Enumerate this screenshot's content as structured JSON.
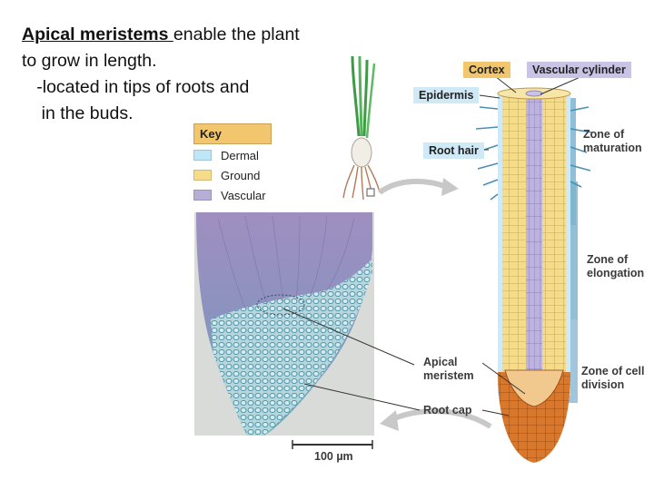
{
  "slide": {
    "title": "Apical meristems ",
    "title_rest": "enable the plant",
    "line2": "to grow in length.",
    "line3": "   -located in tips of roots and",
    "line4": "    in the buds."
  },
  "key": {
    "heading": "Key",
    "items": [
      {
        "label": "Dermal",
        "color": "#bfe6f7"
      },
      {
        "label": "Ground",
        "color": "#f4dc8a"
      },
      {
        "label": "Vascular",
        "color": "#b7aed6"
      }
    ]
  },
  "labels": {
    "cortex": "Cortex",
    "vascular_cylinder": "Vascular cylinder",
    "epidermis": "Epidermis",
    "root_hair": "Root hair",
    "zone_maturation_1": "Zone of",
    "zone_maturation_2": "maturation",
    "zone_elongation_1": "Zone of",
    "zone_elongation_2": "elongation",
    "zone_division_1": "Zone of cell",
    "zone_division_2": "division",
    "apical_meristem_1": "Apical",
    "apical_meristem_2": "meristem",
    "root_cap": "Root cap",
    "scale": "100 µm"
  },
  "colors": {
    "cortex_box": "#f2c66d",
    "vascular_box": "#c9c3e6",
    "epidermis_box": "#cfe9f7",
    "root_hair_box": "#cfe9f7",
    "zone_bar": "#7fb4cf",
    "root_cap": "#d9772b"
  }
}
